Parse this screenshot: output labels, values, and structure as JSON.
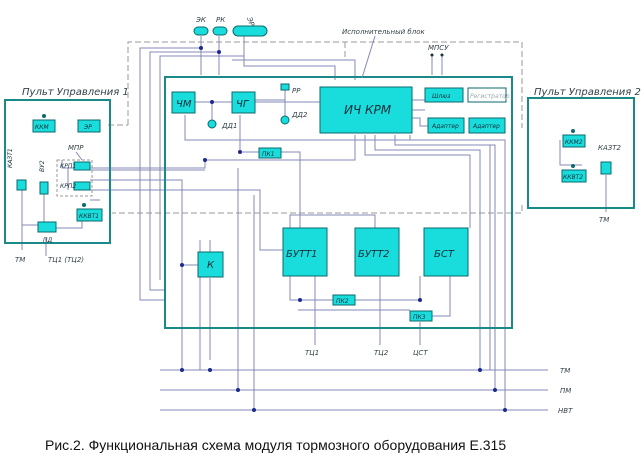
{
  "panels": {
    "control_1": "Пульт Управления 1",
    "control_2": "Пульт Управления 2",
    "executive_block": "Исполнительный блок"
  },
  "top_components": {
    "ek": "ЭК",
    "rk": "РК",
    "er": "ЭР"
  },
  "blocks": {
    "chm": "ЧМ",
    "chg": "ЧГ",
    "ich_krm": "ИЧ КРМ",
    "shlyuz": "Шлюз",
    "registrator": "Регистратор",
    "adapter_1": "Адаптер",
    "adapter_2": "Адаптер",
    "pk1": "ПК1",
    "pk2": "ПК2",
    "pk3": "ПК3",
    "k": "К",
    "butt1": "БУТТ1",
    "butt2": "БУТТ2",
    "bst": "БСТ",
    "kkm": "ККМ",
    "er_panel": "ЭР",
    "kkvt1": "ККВТ1",
    "kkm2": "ККМ2",
    "kkvt2": "ККВТ2"
  },
  "labels": {
    "rr": "РР",
    "dd1": "ДД1",
    "dd2": "ДД2",
    "mpsu": "МПСУ",
    "mpr": "МПР",
    "ka3t1": "КАЗТ1",
    "ka3t2": "КАЗТ2",
    "vu2": "ВУ2",
    "kpu1": "КРП1",
    "kpu2": "КРП2",
    "pd": "ПД",
    "tm_left": "ТМ",
    "tc1_tc2": "ТЦ1 (ТЦ2)",
    "tm_right_panel": "ТМ",
    "tc1": "ТЦ1",
    "tc2": "ТЦ2",
    "cst": "ЦСТ"
  },
  "bus_lines": {
    "tm": "ТМ",
    "pm": "ПМ",
    "nvt": "НВТ"
  },
  "caption": "Рис.2. Функциональная схема модуля тормозного оборудования Е.315",
  "colors": {
    "block_fill": "#19dcdc",
    "frame": "#1a8a88",
    "wire": "#8488b8",
    "dashed": "#9a9a9a"
  }
}
